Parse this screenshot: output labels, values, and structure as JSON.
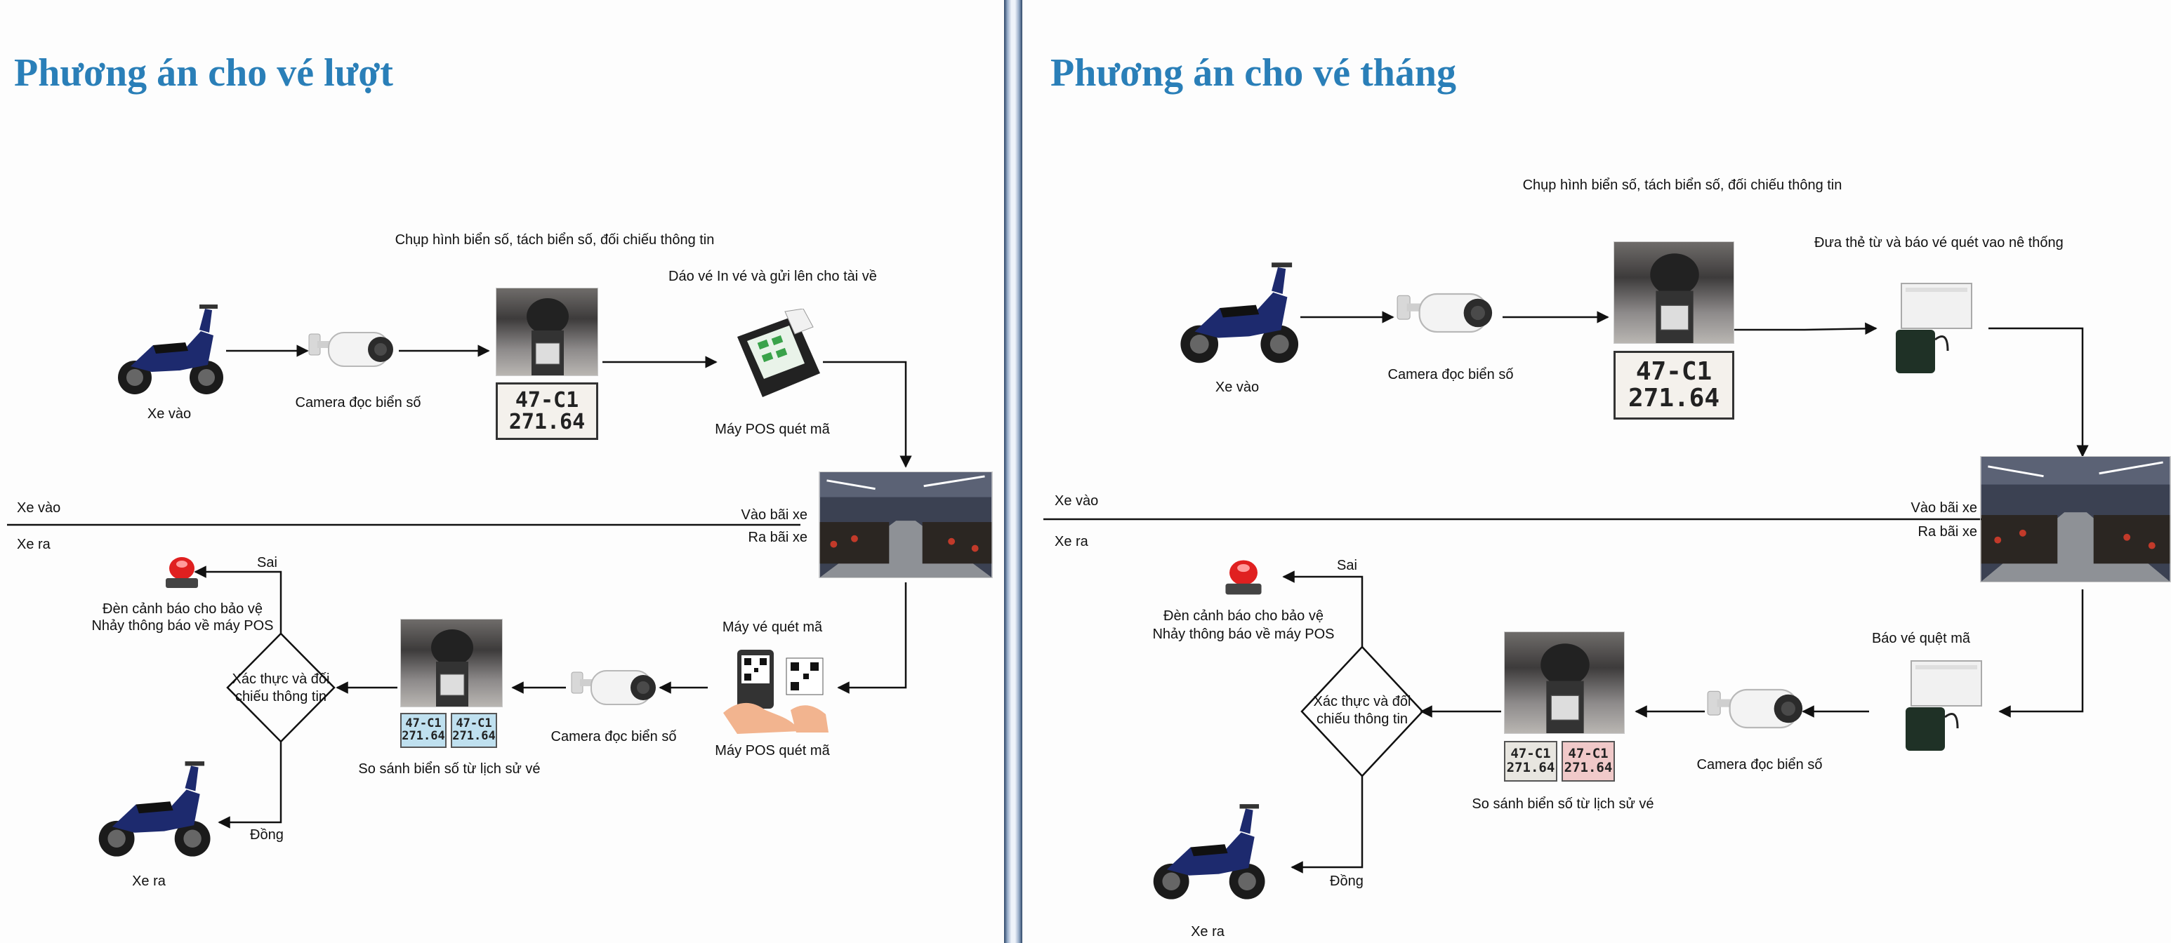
{
  "left": {
    "title": "Phương án cho vé lượt",
    "step_capture": "Chụp hình biển số, tách biển số, đối chiếu thông tin",
    "step_print": "Dáo vé In vé và gửi lên cho tài về",
    "xe_vao_caption": "Xe vào",
    "camera_in_caption": "Camera đọc biển số",
    "pos_in_caption": "Máy POS quét mã",
    "lane_xe_vao": "Xe vào",
    "lane_xe_ra": "Xe ra",
    "vao_bai_xe": "Vào bãi xe",
    "ra_bai_xe": "Ra bãi xe",
    "may_ve_quet_ma": "Máy vé quét mã",
    "pos_out_caption": "Máy POS quét mã",
    "camera_out_caption": "Camera đọc biển số",
    "compare_caption": "So sánh biển số từ lịch sử vé",
    "decision": "Xác thực và đối chiếu thông tin",
    "sai": "Sai",
    "dong": "Đồng",
    "alarm_line1": "Đèn cảnh báo cho bảo vệ",
    "alarm_line2": "Nhảy thông báo về máy POS",
    "xe_ra_caption": "Xe ra",
    "plate_line1": "47-C1",
    "plate_line2": "271.64"
  },
  "right": {
    "title": "Phương án cho vé tháng",
    "step_capture": "Chụp hình biển số, tách biển số, đối chiếu thông tin",
    "step_card": "Đưa thẻ từ và báo vé quét vao nê thống",
    "xe_vao_caption": "Xe vào",
    "camera_in_caption": "Camera đọc biển số",
    "lane_xe_vao": "Xe vào",
    "lane_xe_ra": "Xe ra",
    "vao_bai_xe": "Vào bãi xe",
    "ra_bai_xe": "Ra bãi xe",
    "bao_ve_quet_ma": "Báo vé quệt mã",
    "camera_out_caption": "Camera đọc biển số",
    "compare_caption": "So sánh biển số từ lịch sử vé",
    "decision": "Xác thực và đối chiếu thông tin",
    "sai": "Sai",
    "dong": "Đồng",
    "alarm_line1": "Đèn cảnh báo cho bảo vệ",
    "alarm_line2": "Nhảy thông báo về máy POS",
    "xe_ra_caption": "Xe ra",
    "plate_line1": "47-C1",
    "plate_line2": "271.64"
  },
  "colors": {
    "title": "#2a7fb8",
    "line": "#111111",
    "motorbike": "#1d2a6e",
    "alarm": "#e02020",
    "divider": "#2c4566"
  }
}
